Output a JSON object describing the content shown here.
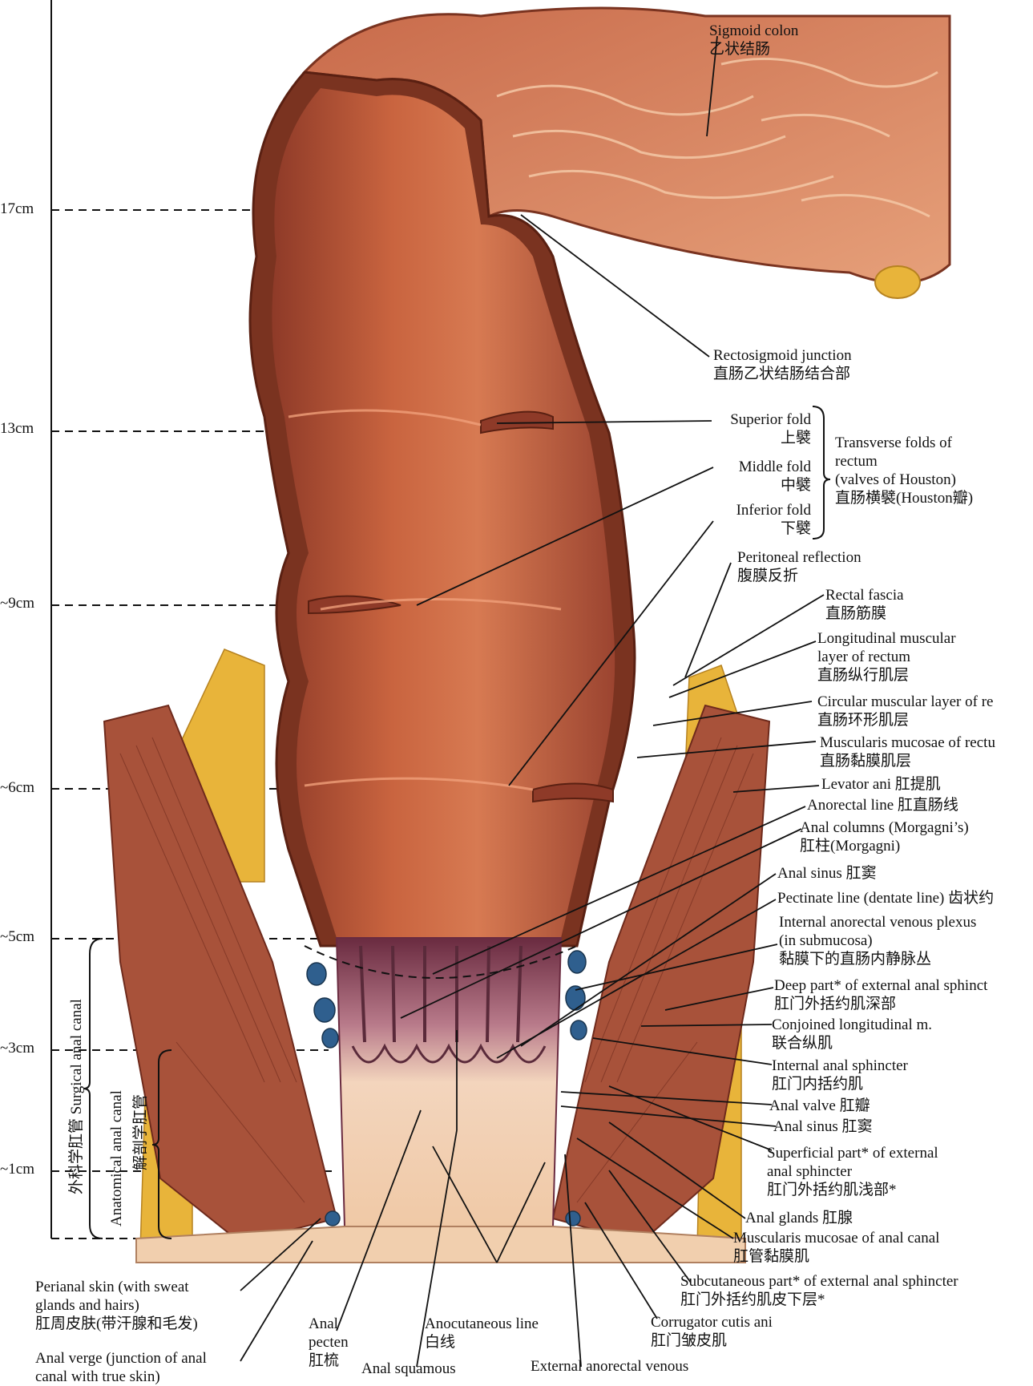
{
  "scale": [
    "17cm",
    "13cm",
    "~9cm",
    "~6cm",
    "~5cm",
    "~3cm",
    "~1cm"
  ],
  "canal": {
    "surgical": "外科学肛管 Surgical anal canal",
    "anatomical_en": "Anatomical anal canal",
    "anatomical_zh": "解剖学肛管"
  },
  "labels": {
    "sigmoid": [
      "Sigmoid colon",
      "乙状结肠"
    ],
    "rectosigmoid": [
      "Rectosigmoid junction",
      "直肠乙状结肠结合部"
    ],
    "superior_fold": [
      "Superior fold",
      "上襞"
    ],
    "middle_fold": [
      "Middle fold",
      "中襞"
    ],
    "inferior_fold": [
      "Inferior fold",
      "下襞"
    ],
    "transverse": [
      "Transverse folds of",
      "rectum",
      "(valves of Houston)",
      "直肠横襞(Houston瓣)"
    ],
    "peritoneal": [
      "Peritoneal reflection",
      "腹膜反折"
    ],
    "rectal_fascia": [
      "Rectal fascia",
      "直肠筋膜"
    ],
    "longitudinal": [
      "Longitudinal muscular",
      "layer of rectum",
      "直肠纵行肌层"
    ],
    "circular": [
      "Circular muscular layer of re",
      "直肠环形肌层"
    ],
    "muscularis_mucosae": [
      "Muscularis mucosae of rectu",
      "直肠黏膜肌层"
    ],
    "levator": [
      "Levator ani 肛提肌"
    ],
    "anorectal_line": [
      "Anorectal line 肛直肠线"
    ],
    "anal_columns": [
      "Anal columns (Morgagni’s)",
      "肛柱(Morgagni)"
    ],
    "anal_sinus_top": [
      "Anal sinus 肛窦"
    ],
    "pectinate": [
      "Pectinate line (dentate line) 齿状约"
    ],
    "internal_plexus": [
      "Internal anorectal venous plexus",
      "(in submucosa)",
      "黏膜下的直肠内静脉丛"
    ],
    "deep_part": [
      "Deep part* of external anal sphinct",
      "肛门外括约肌深部"
    ],
    "conjoined": [
      "Conjoined longitudinal m.",
      "联合纵肌"
    ],
    "internal_sphincter": [
      "Internal anal sphincter",
      "肛门内括约肌"
    ],
    "anal_valve": [
      "Anal valve 肛瓣"
    ],
    "anal_sinus_low": [
      "Anal sinus 肛窦"
    ],
    "superficial_part": [
      "Superficial part* of external",
      "anal sphincter",
      "肛门外括约肌浅部*"
    ],
    "anal_glands": [
      "Anal glands 肛腺"
    ],
    "muscularis_canal": [
      "Muscularis mucosae of anal canal",
      "肛管黏膜肌"
    ],
    "subcutaneous": [
      "Subcutaneous part* of external anal sphincter",
      "肛门外括约肌皮下层*"
    ],
    "corrugator": [
      "Corrugator cutis ani",
      "肛门皱皮肌"
    ],
    "external_plexus": [
      "External anorectal venous"
    ],
    "anocutaneous": [
      "Anocutaneous line",
      "白线"
    ],
    "anal_squamous": [
      "Anal squamous"
    ],
    "anal_pecten": [
      "Anal",
      "pecten",
      "肛梳"
    ],
    "perianal": [
      "Perianal skin (with sweat",
      "glands and hairs)",
      "肛周皮肤(带汗腺和毛发)"
    ],
    "anal_verge": [
      "Anal verge (junction of anal",
      "canal with true skin)"
    ]
  },
  "colors": {
    "tissue": "#b9553c",
    "mucosa": "#c9643f",
    "mucosa_light": "#e0845a",
    "fat": "#e8b43a",
    "vein": "#2f5f8e",
    "skin": "#f1cfae",
    "dark_fold": "#5a2a3a"
  }
}
